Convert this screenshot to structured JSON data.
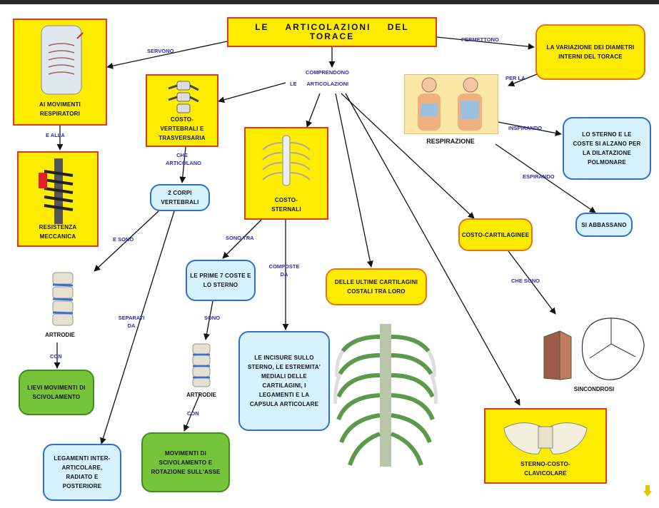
{
  "title": "LE ARTICOLAZIONI DEL TORACE",
  "nodes": {
    "movimenti_respiratori": "AI MOVIMENTI RESPIRATORI",
    "resistenza": "RESISTENZA MECCANICA",
    "costovertebrali": "COSTO-VERTEBRALI E TRASVERSARIA",
    "corpi_vertebrali": "2 CORPI VERTEBRALI",
    "costosternali": "COSTO-STERNALI",
    "prime_coste": "LE PRIME 7 COSTE E LO STERNO",
    "ultime_cartilagini": "DELLE ULTIME CARTILAGINI COSTALI TRA LORO",
    "costocartilaginee": "COSTO-CARTILAGINEE",
    "variazione": "LA VARIAZIONE DEI DIAMETRI INTERNI DEL TORACE",
    "sterno_coste_alzano": "LO STERNO E LE COSTE SI ALZANO PER LA DILATAZIONE POLMONARE",
    "abbassano": "SI ABBASSANO",
    "lievi_movimenti": "LIEVI MOVIMENTI DI SCIVOLAMENTO",
    "movimenti_rotazione": "MOVIMENTI DI SCIVOLAMENTO E ROTAZIONE SULL'ASSE",
    "legamenti_inter": "LEGAMENTI INTER-ARTICOLARE, RADIATO E POSTERIORE",
    "incisure": "LE INCISURE SULLO STERNO, LE ESTREMITA' MEDIALI DELLE CARTILAGINI, I LEGAMENTI E LA CAPSULA ARTICOLARE",
    "sternocostoclavicolare": "STERNO-COSTO-CLAVICOLARE"
  },
  "captions": {
    "artrodie1": "ARTRODIE",
    "artrodie2": "ARTRODIE",
    "respirazione": "RESPIRAZIONE",
    "sincondrosi": "SINCONDROSI"
  },
  "links": {
    "servono": "SERVONO",
    "e_alla": "E ALLA",
    "permettono": "PERMETTONO",
    "per_la": "PER LA",
    "comprendono": "COMPRENDONO",
    "le_articolazioni": "LE ARTICOLAZIONI",
    "che_articolano": "CHE ARTICOLANO",
    "e_sono": "E SONO",
    "separati_da": "SEPARATI DA",
    "con1": "CON",
    "sono_tra": "SONO TRA",
    "composte_da": "COMPOSTE DA",
    "sono": "SONO",
    "con2": "CON",
    "inspirando": "INSPIRANDO",
    "espirando": "ESPIRANDO",
    "che_sono": "CHE SONO"
  },
  "colors": {
    "node_yellow": "#ffec00",
    "node_blue": "#d6f1ff",
    "node_green": "#77c43a",
    "border_red": "#e03a1c",
    "border_orange": "#e8731c",
    "border_blue": "#2f6fd0",
    "link_text": "#2b2fb8"
  }
}
